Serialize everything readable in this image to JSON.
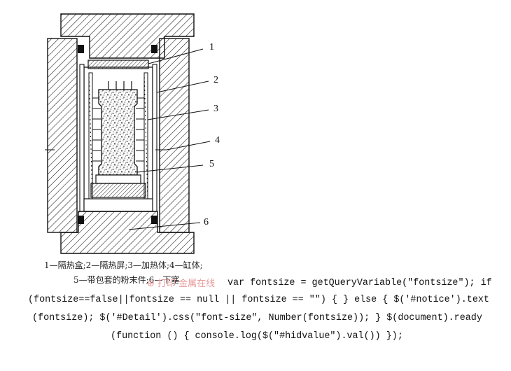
{
  "callouts": [
    "1",
    "2",
    "3",
    "4",
    "5",
    "6"
  ],
  "caption": {
    "line1": "1—隔热盒;2—隔热屏;3—加热体;4—缸体;",
    "line2": "5—带包套的粉末件;6—下塞"
  },
  "watermark": "⊕ 打印 金属在线",
  "code": {
    "line1": "var fontsize = getQueryVariable(\"fontsize\"); if",
    "line2": "(fontsize==false||fontsize == null || fontsize == \"\") { } else { $('#notice').text",
    "line3": "(fontsize); $('#Detail').css(\"font-size\", Number(fontsize)); } $(document).ready",
    "line4": "(function () { console.log($(\"#hidvalue\").val()) });"
  },
  "colors": {
    "ink": "#111111",
    "watermark": "#e99a9a",
    "background": "#ffffff"
  }
}
